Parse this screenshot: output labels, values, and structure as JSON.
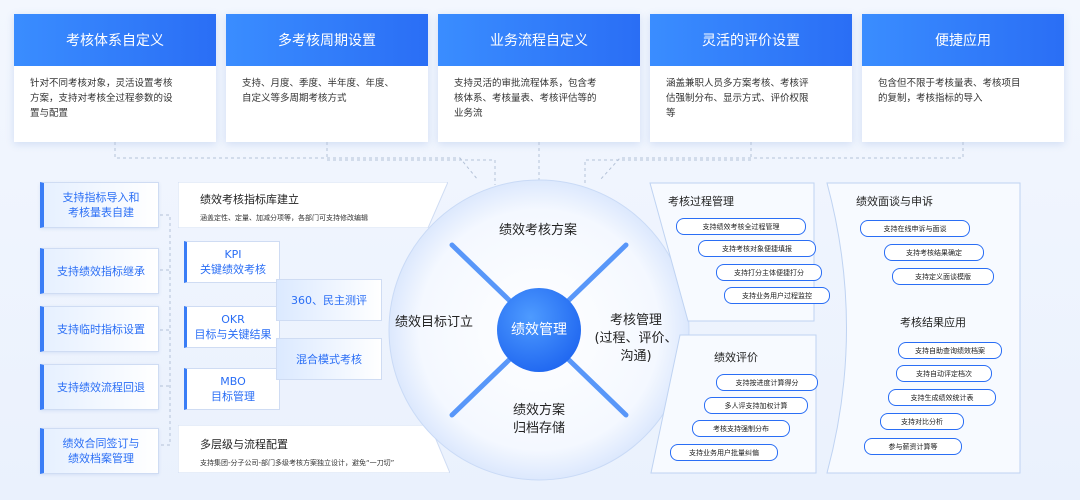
{
  "top_cards": [
    {
      "title": "考核体系自定义",
      "lines": [
        "针对不同考核对象，灵活设置考核",
        "方案，支持对考核全过程参数的设",
        "置与配置"
      ]
    },
    {
      "title": "多考核周期设置",
      "lines": [
        "支持、月度、季度、半年度、年度、",
        "自定义等多周期考核方式"
      ]
    },
    {
      "title": "业务流程自定义",
      "lines": [
        "支持灵活的审批流程体系，包含考",
        "核体系、考核量表、考核评估等的",
        "业务流"
      ]
    },
    {
      "title": "灵活的评价设置",
      "lines": [
        "涵盖兼职人员多方案考核、考核评",
        "估强制分布、显示方式、评价权限",
        "等"
      ]
    },
    {
      "title": "便捷应用",
      "lines": [
        "包含但不限于考核量表、考核项目",
        "的复制，考核指标的导入"
      ]
    }
  ],
  "left_pills": [
    "支持指标导入和考核量表自建",
    "支持绩效指标继承",
    "支持临时指标设置",
    "支持绩效流程回退",
    "绩效合同签订与绩效档案管理"
  ],
  "models": [
    {
      "line1": "KPI",
      "line2": "关键绩效考核"
    },
    {
      "line1": "OKR",
      "line2": "目标与关键结果"
    },
    {
      "line1": "MBO",
      "line2": "目标管理"
    }
  ],
  "mid_items": [
    "360、民主测评",
    "混合模式考核"
  ],
  "library": {
    "title": "绩效考核指标库建立",
    "sub": "涵盖定性、定量、加减分项等，各部门可支持修改编辑"
  },
  "multilevel": {
    "title": "多层级与流程配置",
    "sub": "支持集团-分子公司-部门多级考核方案独立设计，避免“一刀切”"
  },
  "circle": {
    "center": "绩效管理",
    "top": "绩效考核方案",
    "left": "绩效目标订立",
    "right": [
      "考核管理",
      "(过程、评价、",
      "沟通)"
    ],
    "bottom": [
      "绩效方案",
      "归档存储"
    ]
  },
  "process": {
    "title": "考核过程管理",
    "items": [
      "支持绩效考核全过程管理",
      "支持考核对象便捷填报",
      "支持打分主体便捷打分",
      "支持业务用户过程监控"
    ]
  },
  "evaluation": {
    "title": "绩效评价",
    "items": [
      "支持按进度计算得分",
      "多人评支持加权计算",
      "考核支持强制分布",
      "支持业务用户批量纠偏"
    ]
  },
  "interview": {
    "title": "绩效面谈与申诉",
    "items": [
      "支持在线申诉与面谈",
      "支持考核结果确定",
      "支持定义面谈模版"
    ]
  },
  "results": {
    "title": "考核结果应用",
    "items": [
      "支持自助查询绩效档案",
      "支持自动评定档次",
      "支持生成绩效统计表",
      "支持对比分析",
      "参与薪资计算等"
    ]
  },
  "colors": {
    "primary": "#2a6ef5",
    "accent": "#3a8dff",
    "circle": "#1f6ff3"
  }
}
